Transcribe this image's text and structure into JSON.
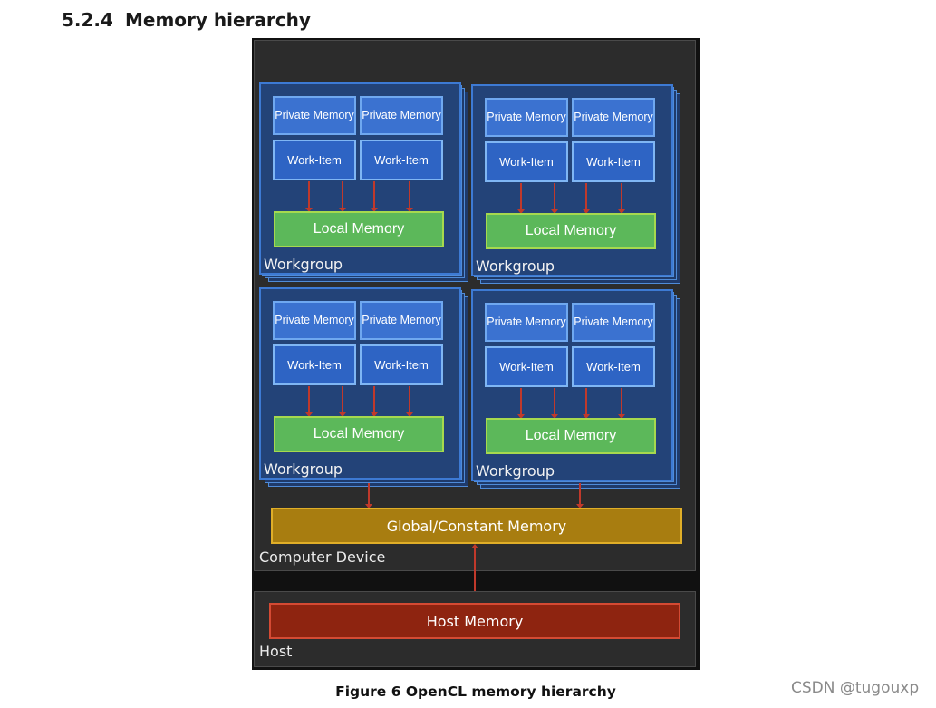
{
  "heading": {
    "number": "5.2.4",
    "title": "Memory hierarchy"
  },
  "caption": "Figure 6 OpenCL memory hierarchy",
  "watermark": "CSDN @tugouxp",
  "diagram": {
    "device_label": "Computer Device",
    "host_label": "Host",
    "global_memory": "Global/Constant Memory",
    "host_memory": "Host Memory",
    "workgroups": [
      {
        "label": "Workgroup",
        "private_memory": [
          "Private Memory",
          "Private Memory"
        ],
        "work_items": [
          "Work-Item",
          "Work-Item"
        ],
        "local_memory": "Local Memory"
      },
      {
        "label": "Workgroup",
        "private_memory": [
          "Private Memory",
          "Private Memory"
        ],
        "work_items": [
          "Work-Item",
          "Work-Item"
        ],
        "local_memory": "Local Memory"
      },
      {
        "label": "Workgroup",
        "private_memory": [
          "Private Memory",
          "Private Memory"
        ],
        "work_items": [
          "Work-Item",
          "Work-Item"
        ],
        "local_memory": "Local Memory"
      },
      {
        "label": "Workgroup",
        "private_memory": [
          "Private Memory",
          "Private Memory"
        ],
        "work_items": [
          "Work-Item",
          "Work-Item"
        ],
        "local_memory": "Local Memory"
      }
    ]
  }
}
